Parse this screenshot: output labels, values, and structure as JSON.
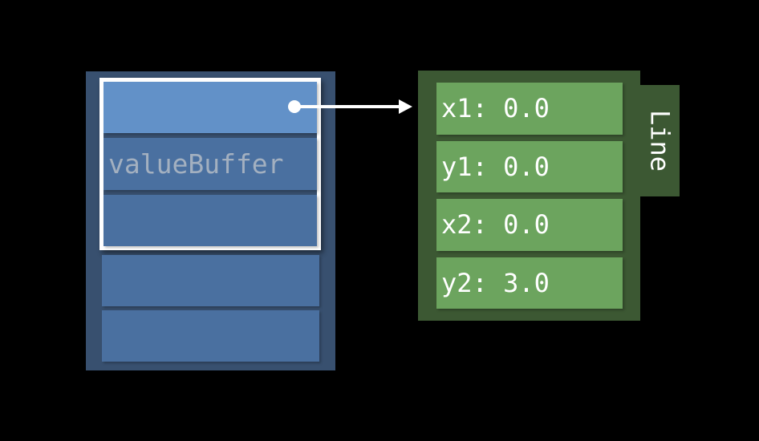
{
  "diagram": {
    "description": "valueBuffer stack pointing to a Line object",
    "background_color": "#000000"
  },
  "buffer": {
    "label": "valueBuffer",
    "colors": {
      "outer": "#38506F",
      "row_active": "#6291C8",
      "row": "#4A70A0",
      "label_text": "#A3B0C0",
      "highlight_border": "#FFFFFF"
    },
    "rows": [
      {
        "index": 0,
        "state": "active-pointer-source",
        "text": ""
      },
      {
        "index": 1,
        "state": "highlighted",
        "text": "valueBuffer"
      },
      {
        "index": 2,
        "state": "highlighted",
        "text": ""
      },
      {
        "index": 3,
        "state": "normal",
        "text": ""
      },
      {
        "index": 4,
        "state": "normal",
        "text": ""
      }
    ]
  },
  "arrow": {
    "color": "#FFFFFF",
    "from": "buffer-row-0",
    "to": "line-object"
  },
  "line_object": {
    "tab_label": "Line",
    "colors": {
      "container": "#3C5833",
      "row": "#6CA45E",
      "text": "#FFFFFF"
    },
    "fields": [
      {
        "name": "x1",
        "value": "0.0",
        "text": "x1: 0.0"
      },
      {
        "name": "y1",
        "value": "0.0",
        "text": "y1: 0.0"
      },
      {
        "name": "x2",
        "value": "0.0",
        "text": "x2: 0.0"
      },
      {
        "name": "y2",
        "value": "3.0",
        "text": "y2: 3.0"
      }
    ]
  }
}
